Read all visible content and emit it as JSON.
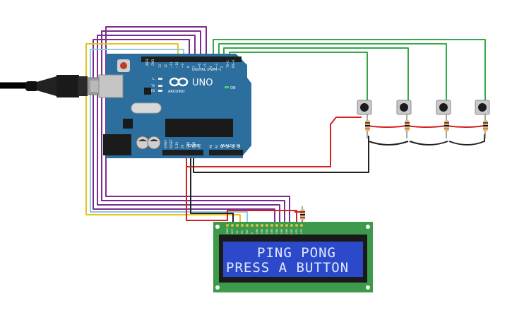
{
  "arduino": {
    "logo": "UNO",
    "brand": "ARDUINO",
    "digital_label": "DIGITAL (PWM~)",
    "power_label": "POWER",
    "analog_label": "ANALOG IN",
    "on_label": "ON",
    "l_label": "L",
    "tx_label": "TX",
    "rx_label": "RX",
    "aref_label": "AREF",
    "gnd_label": "GND",
    "digital_pins": [
      "13",
      "12",
      "~11",
      "~10",
      "~9",
      "8",
      "7",
      "~6",
      "~5",
      "4",
      "~3",
      "2",
      "TX→1",
      "RX←0"
    ],
    "power_pins": [
      "IOREF",
      "RESET",
      "3.3V",
      "5V",
      "GND",
      "GND",
      "Vin"
    ],
    "analog_pins": [
      "A0",
      "A1",
      "A2",
      "A3",
      "A4",
      "A5"
    ]
  },
  "lcd": {
    "line1": "PING PONG",
    "line2": "PRESS A BUTTON",
    "pin_labels": [
      "GND",
      "VCC",
      "V0",
      "RS",
      "RW",
      "E",
      "DB0",
      "DB1",
      "DB2",
      "DB3",
      "DB4",
      "DB5",
      "DB6",
      "DB7",
      "LED",
      "LED"
    ]
  },
  "buttons": [
    {
      "name": "button-1"
    },
    {
      "name": "button-2"
    },
    {
      "name": "button-3"
    },
    {
      "name": "button-4"
    }
  ],
  "colors": {
    "board": "#2c6e9e",
    "lcd_pcb": "#3d9a4a",
    "lcd_screen": "#2c49c9",
    "wire_purple": "#7a2f8f",
    "wire_green": "#35a849",
    "wire_yellow": "#e8c21c",
    "wire_cyan": "#8ec9e6",
    "wire_red": "#d32020",
    "wire_black": "#222222"
  }
}
